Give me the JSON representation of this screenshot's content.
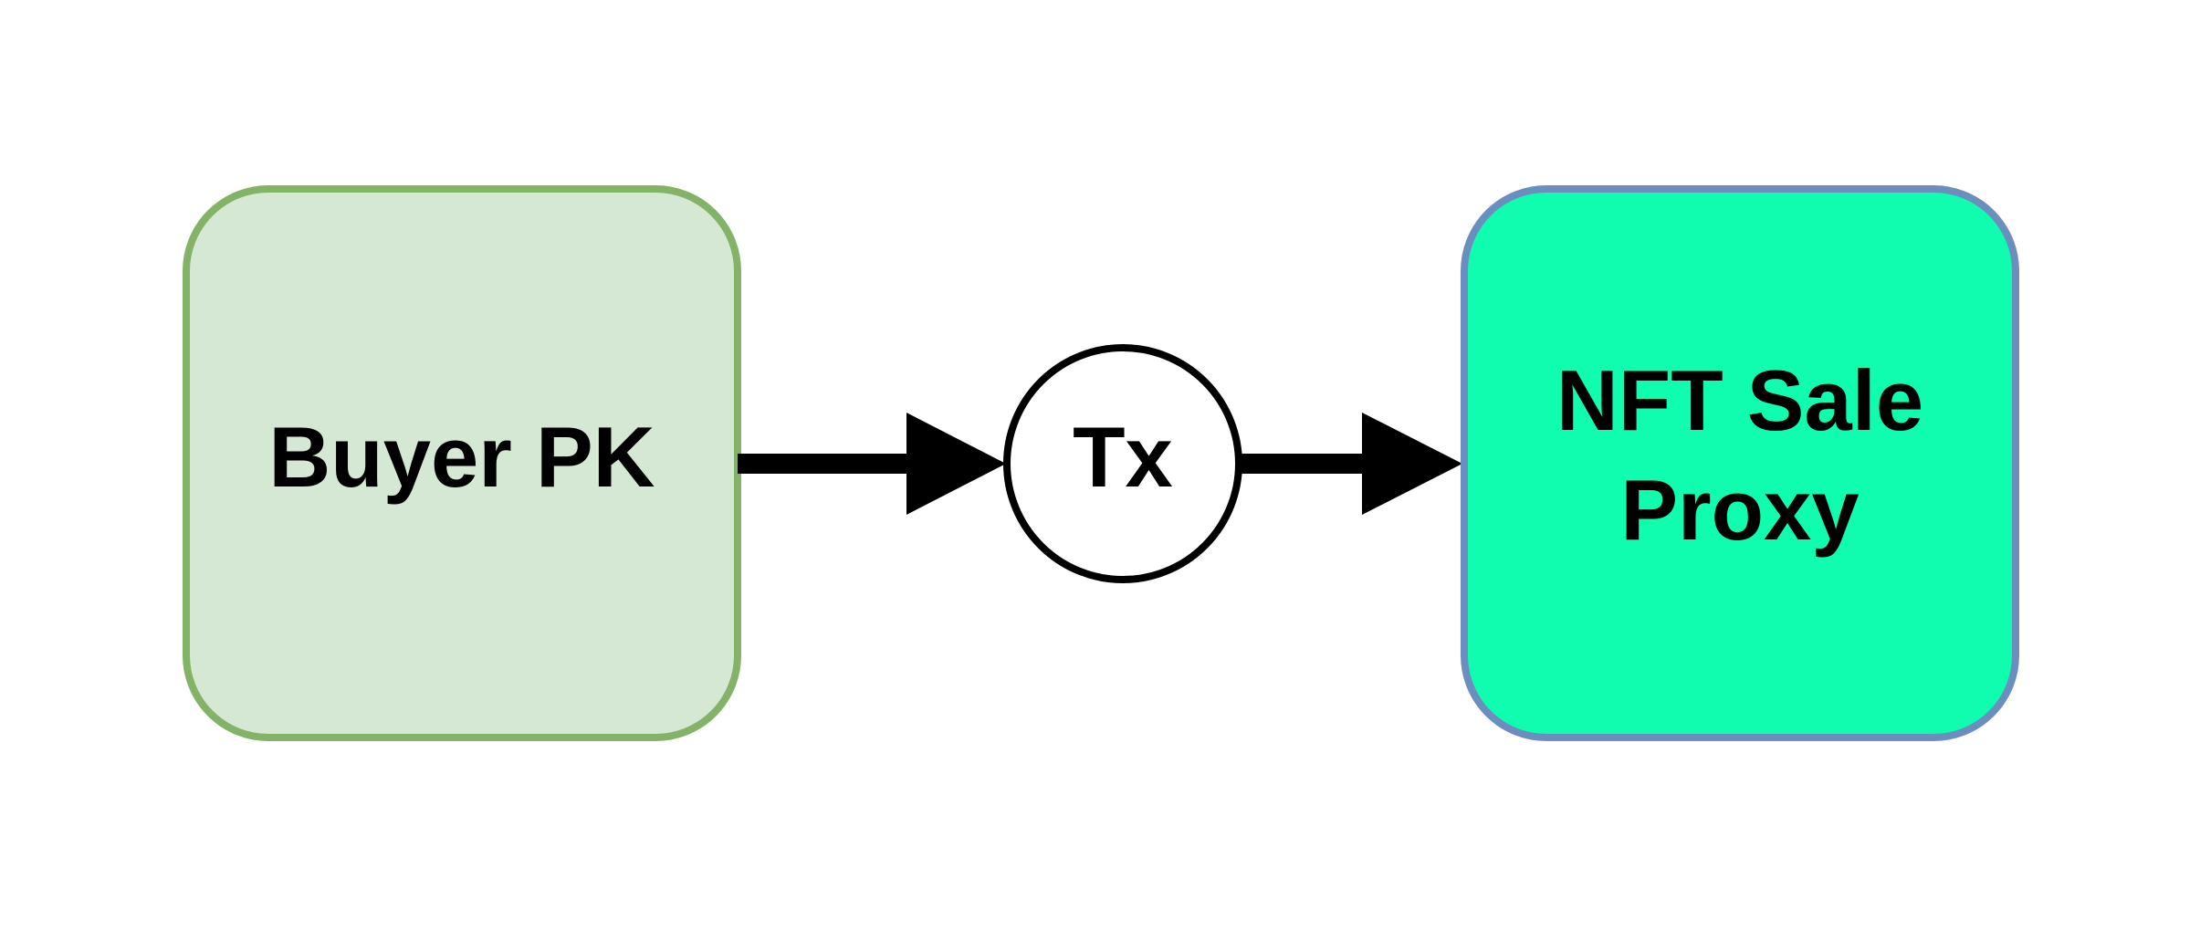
{
  "nodes": {
    "buyer": {
      "lines": [
        "Buyer PK"
      ],
      "fill": "#d5e8d4",
      "stroke": "#82b366"
    },
    "tx": {
      "lines": [
        "Tx"
      ],
      "fill": "#ffffff",
      "stroke": "#000000"
    },
    "proxy": {
      "lines": [
        "NFT Sale",
        "Proxy"
      ],
      "fill": "#10fcae",
      "stroke": "#6c8ebf"
    }
  },
  "edges": [
    {
      "from": "buyer",
      "to": "tx"
    },
    {
      "from": "tx",
      "to": "proxy"
    }
  ]
}
